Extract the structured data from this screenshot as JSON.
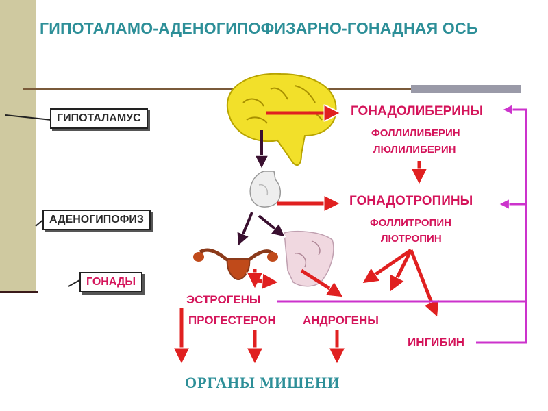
{
  "title": "ГИПОТАЛАМО-АДЕНОГИПОФИЗАРНО-ГОНАДНАЯ ОСЬ",
  "boxes": {
    "hypothalamus": "ГИПОТАЛАМУС",
    "adenohypophysis": "АДЕНОГИПОФИЗ",
    "gonads": "ГОНАДЫ"
  },
  "hormones": {
    "gonadoliberins": "ГОНАДОЛИБЕРИНЫ",
    "folliliberin": "ФОЛЛИЛИБЕРИН",
    "luliberin": "ЛЮЛИЛИБЕРИН",
    "gonadotropins": "ГОНАДОТРОПИНЫ",
    "follitropin": "ФОЛЛИТРОПИН",
    "lutropin": "ЛЮТРОПИН",
    "estrogens": "ЭСТРОГЕНЫ",
    "progesterone": "ПРОГЕСТЕРОН",
    "androgens": "АНДРОГЕНЫ",
    "inhibin": "ИНГИБИН"
  },
  "target_organs": "ОРГАНЫ  МИШЕНИ",
  "colors": {
    "title": "#2d8f98",
    "hormone_text": "#d4145a",
    "arrow_red": "#e02020",
    "feedback_line": "#cc33cc",
    "brain": "#f2e02a"
  }
}
